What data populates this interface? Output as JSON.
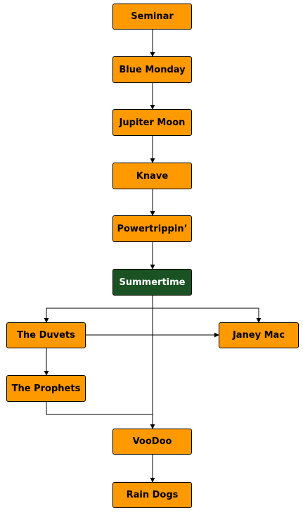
{
  "diagram": {
    "colors": {
      "node_fill": "#ff9900",
      "highlight_fill": "#1a5224",
      "highlight_text": "#ffffff",
      "border": "#000000",
      "edge": "#000000"
    },
    "nodes": {
      "seminar": "Seminar",
      "blue_monday": "Blue Monday",
      "jupiter_moon": "Jupiter Moon",
      "knave": "Knave",
      "powertrippin": "Powertrippin’",
      "summertime": "Summertime",
      "the_duvets": "The Duvets",
      "janey_mac": "Janey Mac",
      "the_prophets": "The Prophets",
      "voodoo": "VooDoo",
      "rain_dogs": "Rain Dogs"
    }
  }
}
